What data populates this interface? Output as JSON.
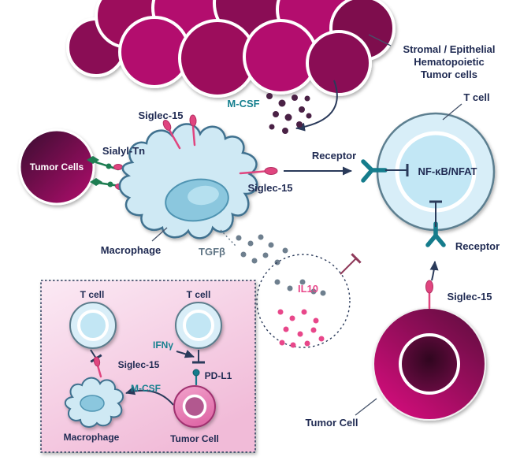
{
  "colors": {
    "magenta": "#b30f6e",
    "magenta_dark": "#7c0d4e",
    "navy": "#1f2a52",
    "teal": "#17808f",
    "pink": "#e8478a",
    "green": "#1e7d52",
    "slate_gray": "#5f7484",
    "dot_purple": "#4a2145",
    "dot_gray": "#6e7f8e",
    "maroon_inhibit": "#8f3a5a",
    "cell_blue": "#cfe9f4"
  },
  "cluster": {
    "label_lines": [
      "Stromal / Epithelial",
      "Hematopoietic",
      "Tumor cells"
    ]
  },
  "t_cell": {
    "label": "T cell",
    "nucleus_text": "NF-κB/NFAT",
    "receptor_left_label": "Receptor",
    "receptor_bottom_label": "Receptor"
  },
  "left_tumor": {
    "label": "Tumor Cells",
    "ligand_label": "Sialyl-Tn"
  },
  "macrophage": {
    "label": "Macrophage",
    "siglec_top_label": "Siglec-15",
    "siglec_right_label": "Siglec-15"
  },
  "signals": {
    "mcsf": "M-CSF",
    "tgfb": "TGFβ",
    "il10": "IL10"
  },
  "bottom_tumor": {
    "label": "Tumor Cell",
    "siglec_label": "Siglec-15"
  },
  "inset": {
    "t_cell_left_label": "T cell",
    "t_cell_right_label": "T cell",
    "ifng_label": "IFNγ",
    "siglec_label": "Siglec-15",
    "mcsf_label": "M-CSF",
    "pdl1_label": "PD-L1",
    "macrophage_label": "Macrophage",
    "tumor_cell_label": "Tumor Cell"
  }
}
